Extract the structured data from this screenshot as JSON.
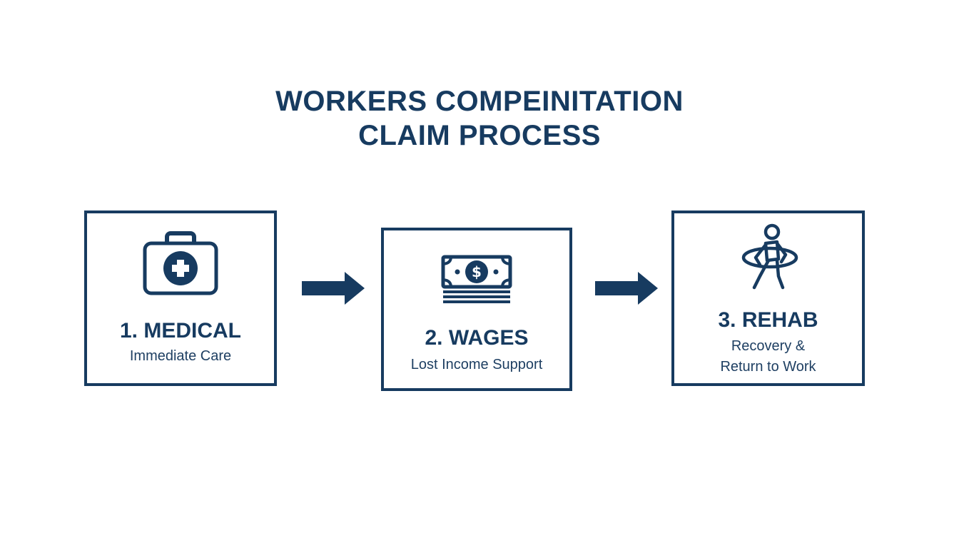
{
  "title": {
    "line1": "WORKERS COMPEINITATION",
    "line2": "CLAIM PROCESS"
  },
  "steps": [
    {
      "name": "1. MEDICAL",
      "description": "Immediate Care",
      "icon": "first-aid-kit-icon"
    },
    {
      "name": "2. WAGES",
      "description": "Lost Income Support",
      "icon": "dollar-bill-icon"
    },
    {
      "name": "3. REHAB",
      "description_line1": "Recovery &",
      "description_line2": "Return to Work",
      "icon": "person-rehab-icon"
    }
  ],
  "colors": {
    "primary": "#173b60",
    "background": "#ffffff"
  }
}
